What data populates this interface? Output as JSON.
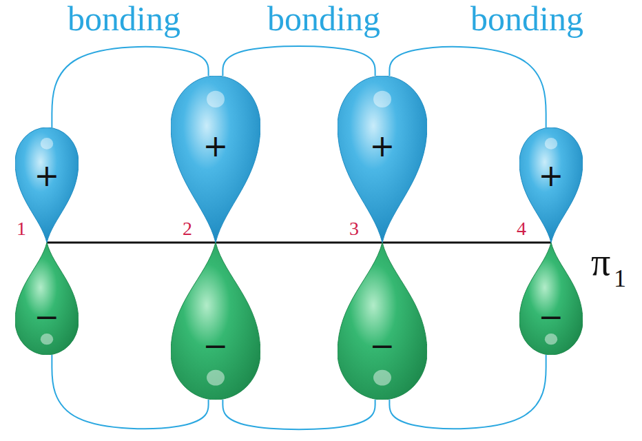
{
  "diagram": {
    "nodes": [
      {
        "text": [
          "+"
        ]
      },
      {
        "text": [
          "+"
        ]
      },
      {
        "text": [
          "+"
        ]
      },
      {
        "text": [
          "+"
        ]
      },
      {
        "text": [
          "−"
        ]
      },
      {
        "text": [
          "−"
        ]
      },
      {
        "text": [
          "−"
        ]
      },
      {
        "text": [
          "−"
        ]
      }
    ],
    "edges": [
      {
        "from": 0,
        "to": 1,
        "arrow": "none"
      },
      {
        "from": 1,
        "to": 2,
        "arrow": "none"
      },
      {
        "from": 2,
        "to": 3,
        "arrow": "none"
      },
      {
        "from": 4,
        "to": 5,
        "arrow": "none"
      },
      {
        "from": 5,
        "to": 6,
        "arrow": "none"
      },
      {
        "from": 6,
        "to": 7,
        "arrow": "none"
      }
    ],
    "labels": [
      "bonding",
      "bonding",
      "bonding",
      "1",
      "2",
      "3",
      "4",
      "π",
      "1"
    ]
  }
}
